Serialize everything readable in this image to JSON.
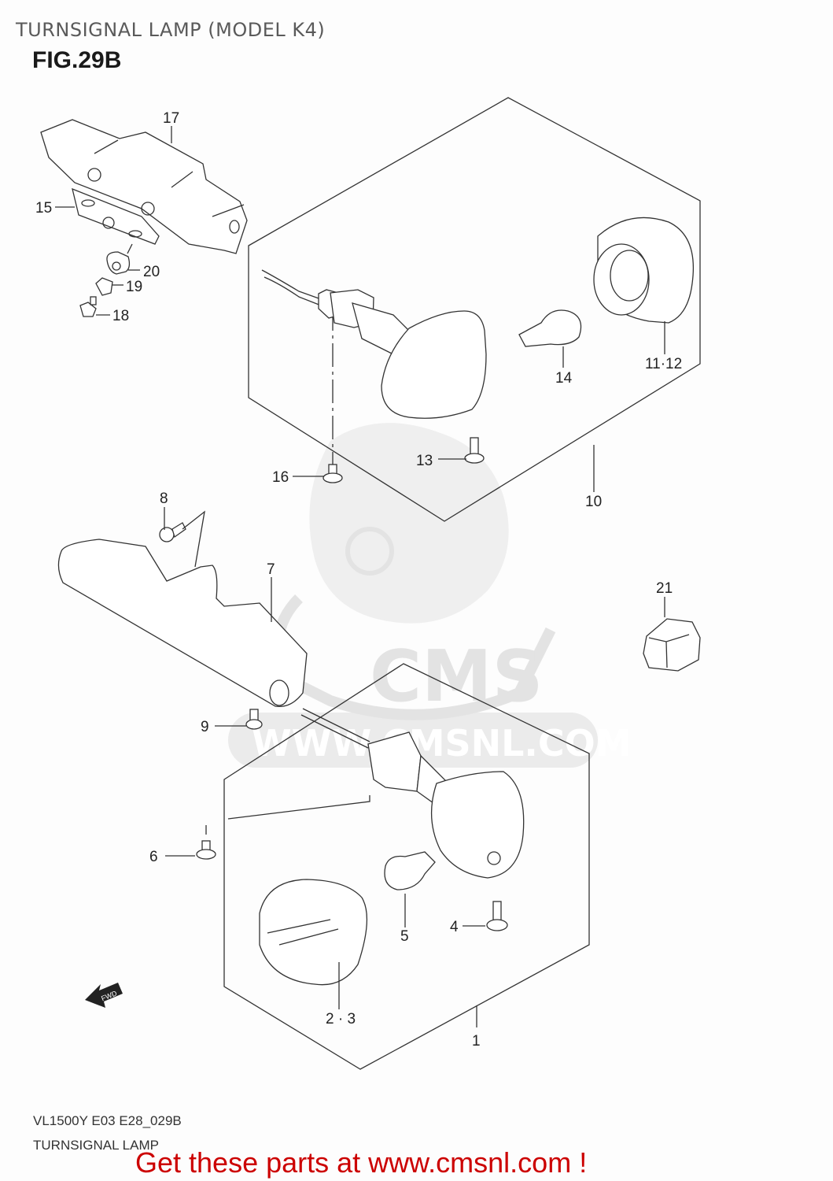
{
  "header": {
    "title": "TURNSIGNAL LAMP (MODEL K4)",
    "figure": "FIG.29B"
  },
  "callouts": [
    {
      "id": "17",
      "label": "17"
    },
    {
      "id": "15",
      "label": "15"
    },
    {
      "id": "20",
      "label": "20"
    },
    {
      "id": "19",
      "label": "19"
    },
    {
      "id": "18",
      "label": "18"
    },
    {
      "id": "14",
      "label": "14"
    },
    {
      "id": "11-12",
      "label": "11·12"
    },
    {
      "id": "13",
      "label": "13"
    },
    {
      "id": "16",
      "label": "16"
    },
    {
      "id": "10",
      "label": "10"
    },
    {
      "id": "8",
      "label": "8"
    },
    {
      "id": "7",
      "label": "7"
    },
    {
      "id": "21",
      "label": "21"
    },
    {
      "id": "9",
      "label": "9"
    },
    {
      "id": "6",
      "label": "6"
    },
    {
      "id": "4",
      "label": "4"
    },
    {
      "id": "5",
      "label": "5"
    },
    {
      "id": "2-3",
      "label": "2 · 3"
    },
    {
      "id": "1",
      "label": "1"
    }
  ],
  "direction_marker": {
    "label": "FWD"
  },
  "watermark": {
    "brand": "CMS",
    "url": "WWW.CMSNL.COM"
  },
  "footer": {
    "code": "VL1500Y E03 E28_029B",
    "name": "TURNSIGNAL LAMP",
    "promo": "Get these parts at www.cmsnl.com !",
    "promo_color": "#cc0000"
  }
}
